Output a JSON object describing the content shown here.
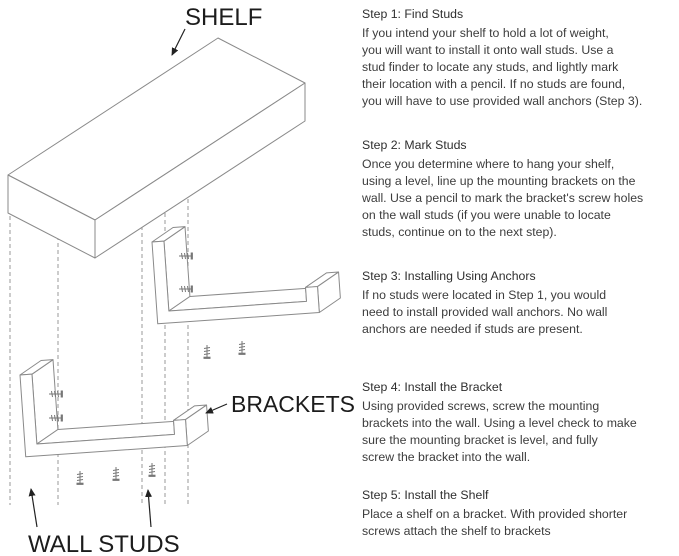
{
  "diagram": {
    "labels": {
      "shelf": "SHELF",
      "brackets": "BRACKETS",
      "wall_studs": "WALL STUDS"
    }
  },
  "instructions": {
    "steps": [
      {
        "title": "Step 1: Find Studs",
        "body": "If you intend your shelf to hold a lot of weight,\nyou will want to install it onto wall studs. Use a\nstud finder to locate any studs, and lightly mark\ntheir location with a pencil. If no studs are found,\nyou will have to use provided wall anchors (Step 3)."
      },
      {
        "title": "Step 2: Mark Studs",
        "body": "Once you determine where to hang your shelf,\nusing a level, line up the mounting brackets on the\nwall. Use a pencil to mark the bracket's screw holes\non the wall studs (if you were unable to locate\nstuds, continue on to the next step)."
      },
      {
        "title": "Step 3: Installing Using Anchors",
        "body": "If no studs were located in Step 1, you would\nneed to install provided wall anchors. No wall\nanchors are needed if studs are present."
      },
      {
        "title": "Step 4: Install the Bracket",
        "body": "Using provided screws, screw the mounting\nbrackets into the wall. Using a level check to make\nsure the mounting bracket is level, and fully\nscrew the bracket into the wall."
      },
      {
        "title": "Step 5: Install the Shelf",
        "body": "Place a shelf on a bracket. With provided shorter\nscrews attach the shelf to brackets"
      }
    ]
  }
}
